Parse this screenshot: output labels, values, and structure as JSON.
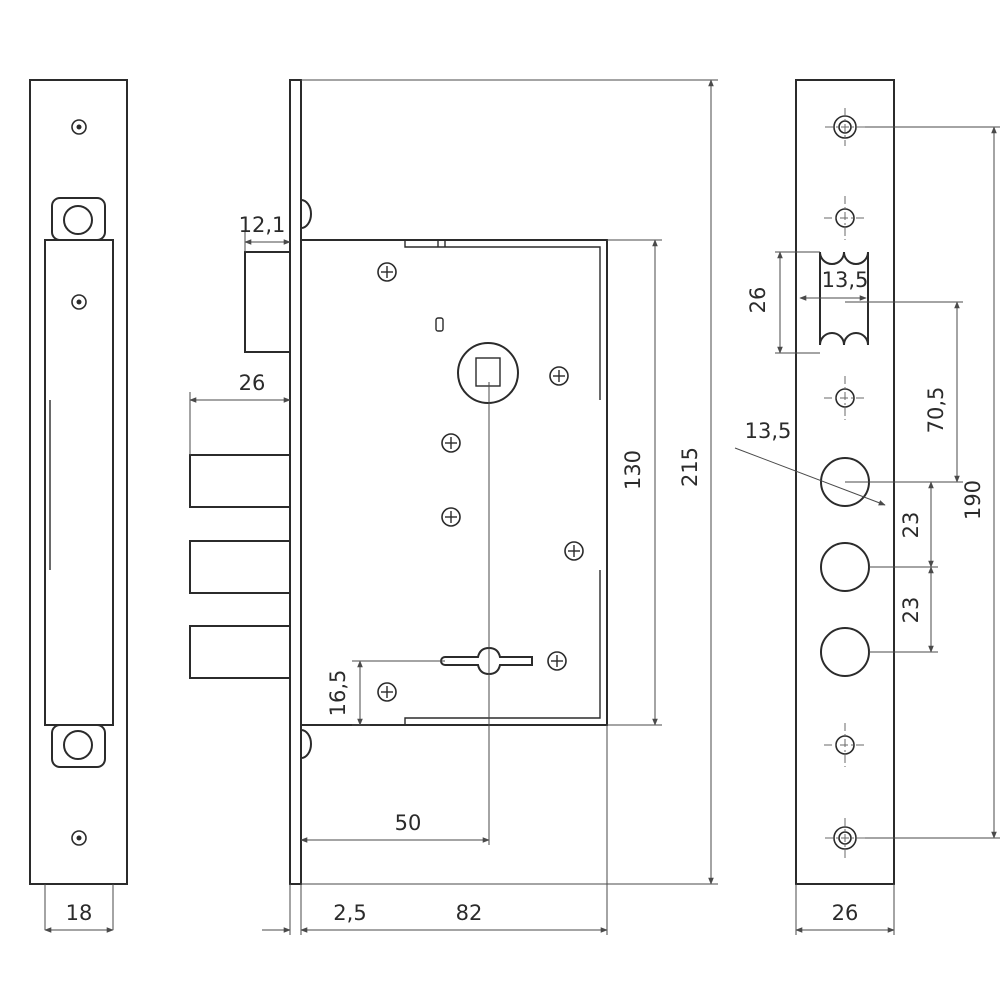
{
  "dimensions": {
    "faceplate_width": "18",
    "latch_projection": "12,1",
    "bolt_throw": "26",
    "keyhole_offset": "16,5",
    "backset": "50",
    "faceplate_thickness": "2,5",
    "case_width": "82",
    "case_height": "130",
    "total_height": "215",
    "strike_slot_height": "26",
    "strike_slot_width": "13,5",
    "slot_to_bolt_distance": "70,5",
    "bolt_hole_diameter": "13,5",
    "bolt_spacing_upper": "23",
    "bolt_spacing_lower": "23",
    "strike_screw_spacing": "190",
    "strike_plate_width": "26"
  },
  "colors": {
    "line": "#2b2b2b",
    "dimension_line": "#4a4a4a",
    "background": "#ffffff"
  }
}
